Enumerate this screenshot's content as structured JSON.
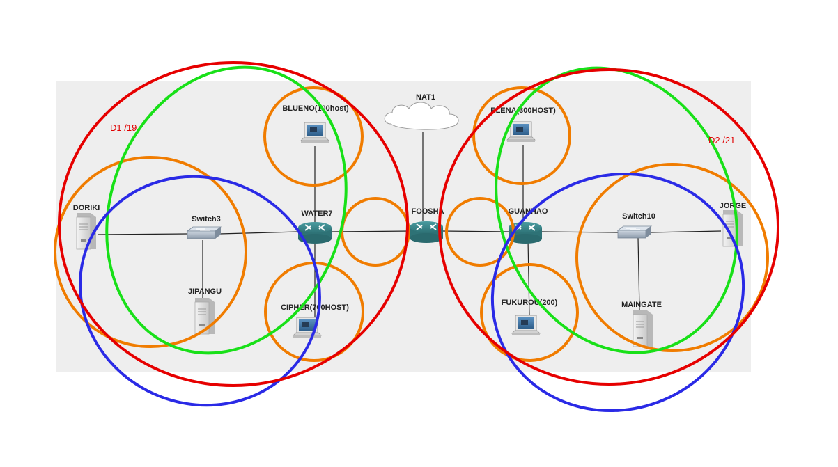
{
  "domains": [
    {
      "label": "D1 /19",
      "color": "#e60000"
    },
    {
      "label": "D2 /21",
      "color": "#e60000"
    }
  ],
  "ring_colors": {
    "red": "#e60000",
    "green": "#18e018",
    "blue": "#2a2ae6",
    "orange": "#f07c00"
  },
  "nodes": {
    "doriki": {
      "label": "DORIKI",
      "icon": "server-icon"
    },
    "switch3": {
      "label": "Switch3",
      "icon": "switch-icon"
    },
    "jipangu": {
      "label": "JIPANGU",
      "icon": "server-icon"
    },
    "water7": {
      "label": "WATER7",
      "icon": "router-icon"
    },
    "blueno": {
      "label": "BLUENO(100host)",
      "icon": "pc-icon"
    },
    "cipher": {
      "label": "CIPHER(700HOST)",
      "icon": "pc-icon"
    },
    "nat1": {
      "label": "NAT1",
      "icon": "cloud-icon"
    },
    "foosha": {
      "label": "FOOSHA",
      "icon": "router-icon"
    },
    "guanhao": {
      "label": "GUANHAO",
      "icon": "router-icon"
    },
    "elena": {
      "label": "ELENA(300HOST)",
      "icon": "pc-icon"
    },
    "fukurou": {
      "label": "FUKUROU(200)",
      "icon": "pc-icon"
    },
    "switch10": {
      "label": "Switch10",
      "icon": "switch-icon"
    },
    "jorge": {
      "label": "JORGE",
      "icon": "server-icon"
    },
    "maingate": {
      "label": "MAINGATE",
      "icon": "server-icon"
    }
  }
}
